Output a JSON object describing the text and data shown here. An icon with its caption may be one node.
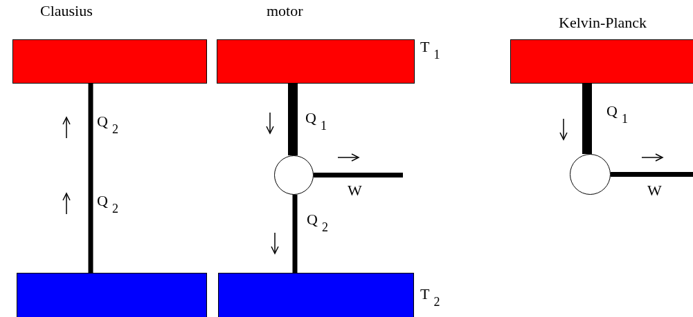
{
  "diagram": {
    "nodes": [
      {
        "text": [],
        "shape": "bar",
        "beside": [
          "Clausius"
        ]
      },
      {
        "text": [],
        "shape": "bar",
        "beside": [
          "motor",
          "T$_{1}$"
        ]
      },
      {
        "text": [],
        "shape": "bar",
        "beside": [
          "Kelvin-Planck"
        ]
      },
      {
        "text": [],
        "shape": "circle"
      },
      {
        "text": [],
        "shape": "circle"
      },
      {
        "text": [],
        "shape": "bar"
      },
      {
        "text": [],
        "shape": "bar",
        "beside": [
          "T$_{2}$"
        ]
      }
    ],
    "edges": [
      {
        "from": 5,
        "to": 0,
        "arrow": "none",
        "label": "Q$_{2}$"
      },
      {
        "from": 1,
        "to": 3,
        "arrow": "none",
        "label": "Q$_{1}$",
        "style": "thick"
      },
      {
        "from": 3,
        "to": 6,
        "arrow": "none",
        "label": "Q$_{2}$"
      },
      {
        "from": 3,
        "to": null,
        "arrow": "none",
        "label": "W"
      },
      {
        "from": 2,
        "to": 4,
        "arrow": "none",
        "label": "Q$_{1}$",
        "style": "thick"
      },
      {
        "from": 4,
        "to": null,
        "arrow": "none",
        "label": "W"
      }
    ],
    "labels": [
      "Q$_{2}$"
    ]
  }
}
